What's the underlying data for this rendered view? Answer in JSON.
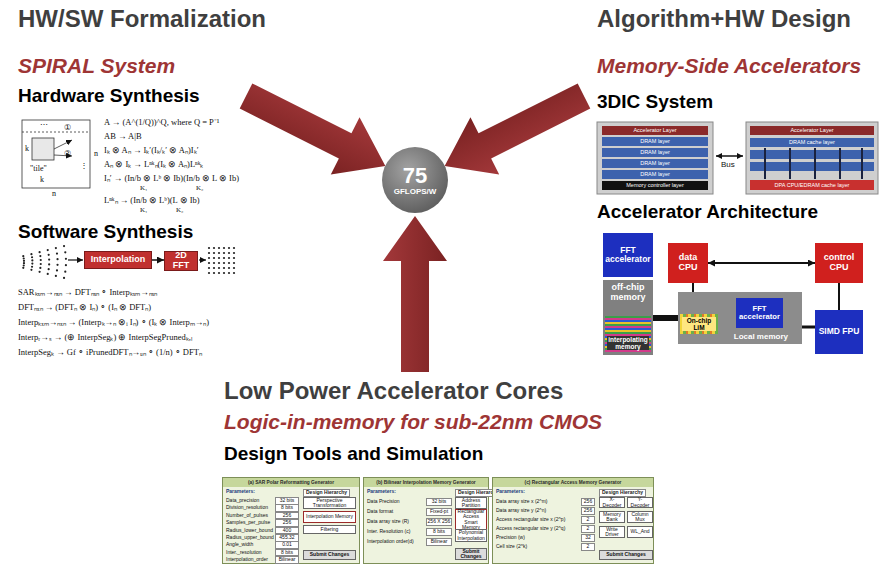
{
  "diagram": {
    "nodes": [
      {
        "text": [
          "75",
          "GFLOPS/W"
        ]
      },
      {
        "text": [
          "Interpolation"
        ]
      },
      {
        "text": [
          "2D FFT"
        ]
      },
      {
        "text": [
          "Accelerator Layer"
        ]
      },
      {
        "text": [
          "DRAM layer"
        ]
      },
      {
        "text": [
          "DRAM layer"
        ]
      },
      {
        "text": [
          "DRAM layer"
        ]
      },
      {
        "text": [
          "DRAM layer"
        ]
      },
      {
        "text": [
          "Memory controller layer"
        ]
      },
      {
        "text": [
          "Accelerator Layer"
        ]
      },
      {
        "text": [
          "DRAM cache layer"
        ]
      },
      {
        "text": [
          "DPA CPU/EDRAM cache layer"
        ]
      },
      {
        "text": [
          "FFT accelerator"
        ]
      },
      {
        "text": [
          "off-chip memory"
        ]
      },
      {
        "text": [
          "interpolating memory"
        ],
        "in": 13
      },
      {
        "text": [
          "data CPU"
        ]
      },
      {
        "text": [
          "control CPU"
        ]
      },
      {
        "text": [
          "Local memory"
        ]
      },
      {
        "text": [
          "On-chip LiM"
        ],
        "in": 17
      },
      {
        "text": [
          "FFT accelerator"
        ],
        "in": 17
      },
      {
        "text": [
          "SIMD FPU"
        ]
      },
      {
        "text": [
          "(a) SAR Polar Reformatting Generator",
          "Parameters:",
          "Design Hierarchy",
          "Data_precision",
          "32 bits",
          "Division_resolution",
          "8 bits",
          "Number_of_pulses",
          "256",
          "Samples_per_pulse",
          "256",
          "Radius_lower_bound",
          "400",
          "Radius_upper_bound",
          "455.32",
          "Angle_width",
          "0.01",
          "Inter._resolution",
          "8 bits",
          "Interpolation_order",
          "Bilinear"
        ]
      },
      {
        "text": [
          "Perspective Transformation"
        ],
        "in": 21
      },
      {
        "text": [
          "Interpolation Memory"
        ],
        "in": 21
      },
      {
        "text": [
          "Filtering"
        ],
        "in": 21
      },
      {
        "text": [
          "Submit Changes"
        ],
        "in": 21
      },
      {
        "text": [
          "(b) Bilinear Interpolation Memory Generator",
          "Parameters:",
          "Design Hierarchy",
          "Data Precision",
          "32 bits",
          "Data format",
          "Fixed-pt",
          "Data array size (R)",
          "256 X 256",
          "Inter. Resolution (c)",
          "8 bits",
          "Interpolation order(d)",
          "Bilinear"
        ]
      },
      {
        "text": [
          "Address Partition"
        ],
        "in": 26
      },
      {
        "text": [
          "Rectangular Access Smart Memory"
        ],
        "in": 26
      },
      {
        "text": [
          "Polynomial Interpolation"
        ],
        "in": 26
      },
      {
        "text": [
          "Submit Changes"
        ],
        "in": 26
      },
      {
        "text": [
          "(c) Rectangular Access Memory Generator",
          "Parameters:",
          "Design Hierarchy",
          "Data array size x (2^m)",
          "256",
          "Data array size y (2^n)",
          "256",
          "Access rectangular size x (2^p)",
          "2",
          "Access rectangular size y (2^q)",
          "2",
          "Precision (w)",
          "32",
          "Cell size (2^k)",
          "2"
        ]
      },
      {
        "text": [
          "X-Decoder"
        ],
        "in": 31
      },
      {
        "text": [
          "Y-Decoder"
        ],
        "in": 31
      },
      {
        "text": [
          "Memory Bank"
        ],
        "in": 31
      },
      {
        "text": [
          "Column Mux"
        ],
        "in": 31
      },
      {
        "text": [
          "Write Driver"
        ],
        "in": 31
      },
      {
        "text": [
          "WL_And"
        ],
        "in": 31
      },
      {
        "text": [
          "Submit Changes"
        ],
        "in": 31
      }
    ],
    "edges": [
      {
        "from": 1,
        "to": 2,
        "arrow": "to"
      },
      {
        "from": 15,
        "to": 16,
        "arrow": "both"
      },
      {
        "from": 15,
        "to": 17,
        "arrow": "none"
      },
      {
        "from": 13,
        "to": 17,
        "arrow": "none"
      },
      {
        "from": 17,
        "to": 20,
        "arrow": "none"
      },
      {
        "from": 16,
        "to": 20,
        "arrow": "none"
      }
    ],
    "labels": [
      "HW/SW Formalization",
      "SPIRAL System",
      "Hardware Synthesis",
      "⋯",
      "①",
      "②",
      "k",
      "\"tile\"",
      "⋮",
      "k",
      "n",
      "n",
      "A → (A^(1/Q))^Q,  where Q = P⁻¹",
      "AB → A|B",
      "Iₖ ⊗ Aₙ → Iₖ′(Iₖ/ₖ′ ⊗ Aₙ)Iₖ′",
      "Aₙ ⊗ Iₖ → Lⁿᵏₙ(Iₖ ⊗ Aₙ)Lⁿᵏₖ",
      "Iₙ′ → (In/b ⊗ Lᵇ ⊗ Ib)(In/b ⊗ L ⊗ Ib)",
      "Lⁿᵏₙ → (In/b ⊗ Lᵇ)(L ⊗ Ib)",
      "K₁",
      "K₂",
      "K₁",
      "K₂",
      "Software Synthesis",
      "SARₖₓₘ→ₙₓₙ → DFTₙₓₙ ∘ Interpₖₓₘ→ₙₓₙ",
      "DFTₙₓₙ → (DFTₙ ⊗ Iₙ) ∘ (Iₙ ⊗ DFTₙ)",
      "Interpₖₓₘ→ₙₓₙ → (Interpₖ→ₙ ⊗ᵢ Iₙ) ∘ (Iₖ ⊗ Interpₘ→ₙ)",
      "Interpᵣ→ₛ → (⊕ InterpSegₖ) ⊕ InterpSegPrunedₖ,ₗ",
      "InterpSegₖ → Gf ∘ iPrunedDFTₙ→ᵤₙ ∘ (1/n) ∘ DFTₙ",
      "Algorithm+HW Design",
      "Memory-Side Accelerators",
      "3DIC System",
      "Bus",
      "Accelerator Architecture",
      "Low Power Accelerator Cores",
      "Logic-in-memory for sub-22nm CMOS",
      "Design Tools and Simulation"
    ]
  }
}
